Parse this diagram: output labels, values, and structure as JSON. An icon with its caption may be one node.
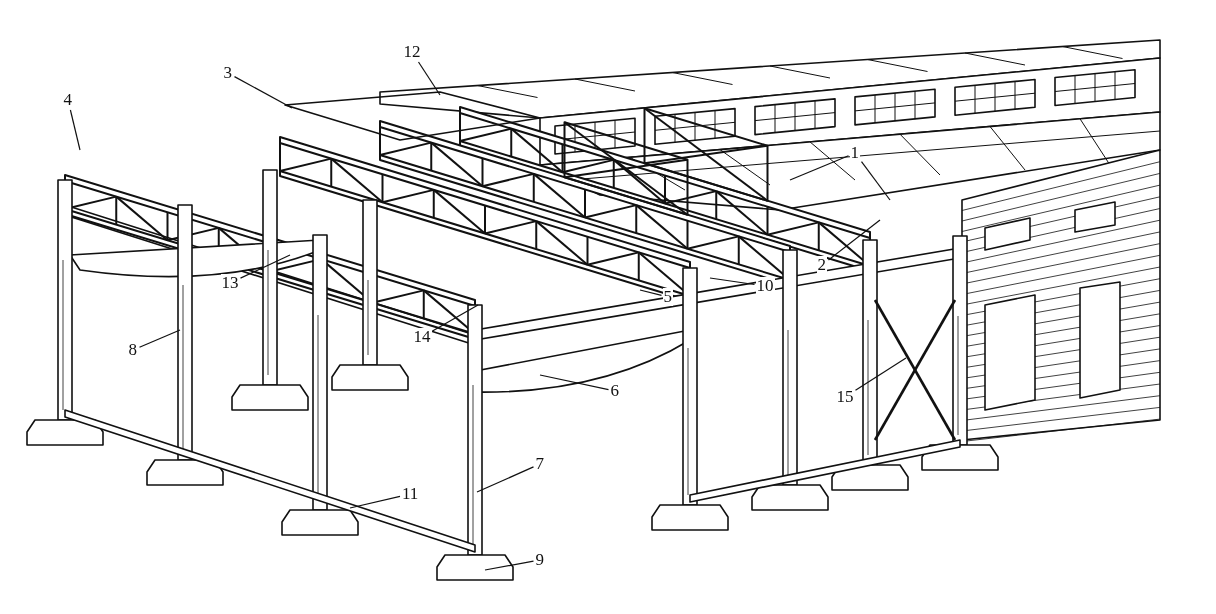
{
  "diagram": {
    "nodes": [
      {
        "text": [
          "12"
        ]
      },
      {
        "text": [
          "3"
        ]
      },
      {
        "text": [
          "4"
        ]
      },
      {
        "text": [
          "1"
        ]
      },
      {
        "text": [
          "2"
        ]
      },
      {
        "text": [
          "13"
        ]
      },
      {
        "text": [
          "10"
        ]
      },
      {
        "text": [
          "5"
        ]
      },
      {
        "text": [
          "14"
        ]
      },
      {
        "text": [
          "8"
        ]
      },
      {
        "text": [
          "6"
        ]
      },
      {
        "text": [
          "15"
        ]
      },
      {
        "text": [
          "7"
        ]
      },
      {
        "text": [
          "11"
        ]
      },
      {
        "text": [
          "9"
        ]
      }
    ],
    "edges": [
      {
        "from": 0,
        "to": null,
        "arrow": "none"
      },
      {
        "from": 1,
        "to": null,
        "arrow": "none"
      },
      {
        "from": 2,
        "to": null,
        "arrow": "none"
      },
      {
        "from": 3,
        "to": null,
        "arrow": "none"
      },
      {
        "from": 3,
        "to": null,
        "arrow": "none"
      },
      {
        "from": 4,
        "to": null,
        "arrow": "none"
      },
      {
        "from": 5,
        "to": null,
        "arrow": "none"
      },
      {
        "from": 6,
        "to": null,
        "arrow": "none"
      },
      {
        "from": 7,
        "to": null,
        "arrow": "none"
      },
      {
        "from": 8,
        "to": null,
        "arrow": "none"
      },
      {
        "from": 9,
        "to": null,
        "arrow": "none"
      },
      {
        "from": 10,
        "to": null,
        "arrow": "none"
      },
      {
        "from": 11,
        "to": null,
        "arrow": "none"
      },
      {
        "from": 12,
        "to": null,
        "arrow": "none"
      },
      {
        "from": 13,
        "to": null,
        "arrow": "none"
      },
      {
        "from": 14,
        "to": null,
        "arrow": "none"
      }
    ]
  }
}
